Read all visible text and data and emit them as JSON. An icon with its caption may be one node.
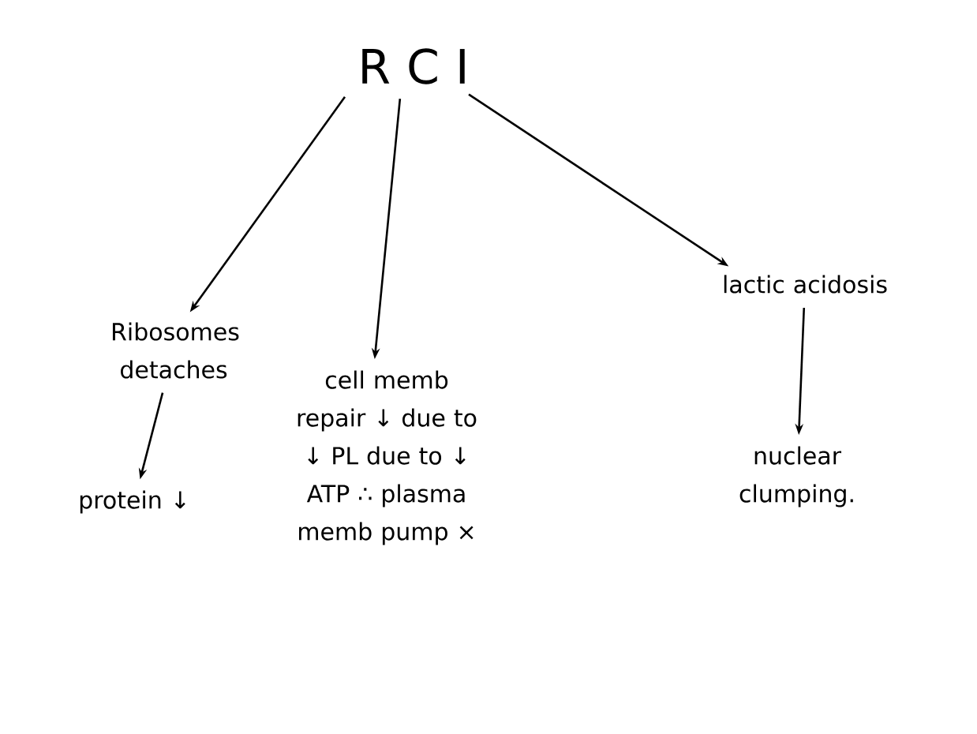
{
  "diagram": {
    "nodes": [
      {
        "text": [
          "R C I"
        ]
      },
      {
        "text": [
          "Ribosomes detaches"
        ]
      },
      {
        "text": [
          "protein ↓"
        ]
      },
      {
        "text": [
          "cell memb repair ↓ due to ↓ PL due to ↓ ATP ∴ plasma memb pump ×"
        ]
      },
      {
        "text": [
          "lactic acidosis"
        ]
      },
      {
        "text": [
          "nuclear clumping."
        ]
      }
    ],
    "edges": [
      {
        "from": 0,
        "to": 1,
        "arrow": "to"
      },
      {
        "from": 1,
        "to": 2,
        "arrow": "to"
      },
      {
        "from": 0,
        "to": 3,
        "arrow": "to"
      },
      {
        "from": 0,
        "to": 4,
        "arrow": "to"
      },
      {
        "from": 4,
        "to": 5,
        "arrow": "to"
      }
    ]
  }
}
